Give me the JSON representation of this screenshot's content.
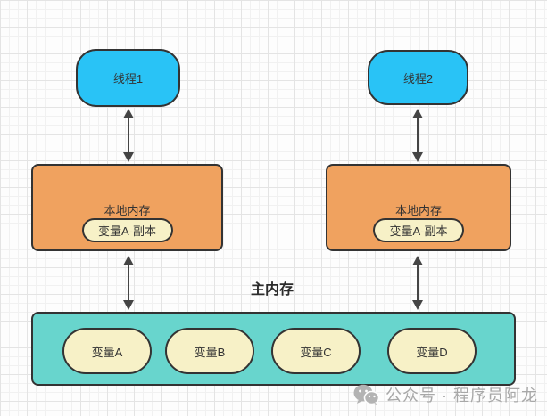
{
  "diagram": {
    "threads": [
      {
        "label": "线程1"
      },
      {
        "label": "线程2"
      }
    ],
    "local_memories": [
      {
        "label": "本地内存",
        "variable_copy": "变量A-副本"
      },
      {
        "label": "本地内存",
        "variable_copy": "变量A-副本"
      }
    ],
    "main_memory": {
      "title": "主内存",
      "variables": [
        "变量A",
        "变量B",
        "变量C",
        "变量D"
      ]
    },
    "colors": {
      "thread_fill": "#29c3f6",
      "local_memory_fill": "#f0a25f",
      "main_memory_fill": "#68d5cd",
      "variable_pill_fill": "#f7f1c7",
      "border": "#333333",
      "arrow": "#444444"
    }
  },
  "watermark": {
    "icon": "wechat-icon",
    "text": "公众号 · 程序员阿龙"
  }
}
